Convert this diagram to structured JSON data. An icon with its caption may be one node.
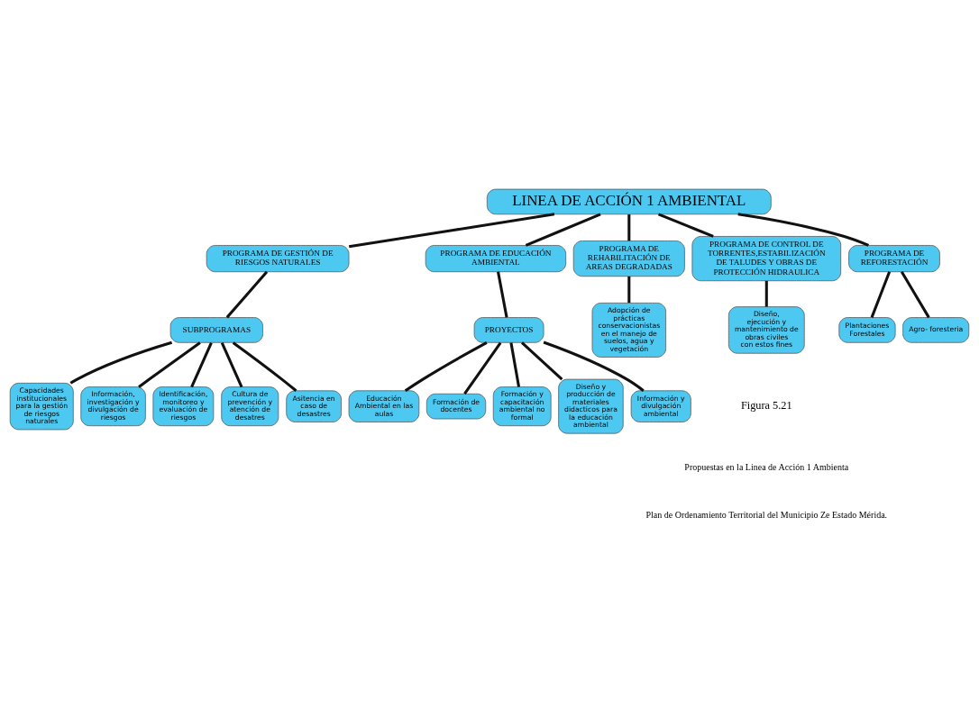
{
  "diagram": {
    "nodes": [
      {
        "text": [
          "LINEA DE ACCIÓN 1 AMBIENTAL"
        ]
      },
      {
        "text": [
          "PROGRAMA DE GESTIÓN DE RIESGOS NATURALES"
        ]
      },
      {
        "text": [
          "PROGRAMA DE EDUCACIÓN AMBIENTAL"
        ]
      },
      {
        "text": [
          "PROGRAMA DE REHABILITACIÓN DE AREAS DEGRADADAS"
        ]
      },
      {
        "text": [
          "PROGRAMA DE CONTROL DE TORRENTES,ESTABILIZACIÓN DE TALUDES Y OBRAS DE PROTECCIÓN HIDRAULICA"
        ]
      },
      {
        "text": [
          "PROGRAMA DE REFORESTACIÓN"
        ]
      },
      {
        "text": [
          "SUBPROGRAMAS"
        ]
      },
      {
        "text": [
          "Capacidades institucionales para la gestión de riesgos naturales"
        ]
      },
      {
        "text": [
          "Información, investigación y divulgación de riesgos"
        ]
      },
      {
        "text": [
          "Identificación, monitoreo y evaluación de riesgos"
        ]
      },
      {
        "text": [
          "Cultura de prevención y atención de desatres"
        ]
      },
      {
        "text": [
          "Asitencia en caso de desastres"
        ]
      },
      {
        "text": [
          "PROYECTOS"
        ]
      },
      {
        "text": [
          "Educación Ambiental en las aulas"
        ]
      },
      {
        "text": [
          "Formación de docentes"
        ]
      },
      {
        "text": [
          "Formación y capacitación ambiental no formal"
        ]
      },
      {
        "text": [
          "Diseño y producción de materiales didacticos para la educación ambiental"
        ]
      },
      {
        "text": [
          "Información y divulgación ambiental"
        ]
      },
      {
        "text": [
          "Adopción de prácticas conservacionistas en el manejo de suelos, agua y vegetación"
        ]
      },
      {
        "text": [
          "Diseño, ejecución y mantenimiento de obras civiles con estos fines"
        ]
      },
      {
        "text": [
          "Plantaciones Forestales"
        ]
      },
      {
        "text": [
          "Agro- foresteria"
        ]
      }
    ],
    "edges": [
      {
        "from": 0,
        "to": 1,
        "arrow": "none"
      },
      {
        "from": 0,
        "to": 2,
        "arrow": "none"
      },
      {
        "from": 0,
        "to": 3,
        "arrow": "none"
      },
      {
        "from": 0,
        "to": 4,
        "arrow": "none"
      },
      {
        "from": 0,
        "to": 5,
        "arrow": "none"
      },
      {
        "from": 1,
        "to": 6,
        "arrow": "none"
      },
      {
        "from": 6,
        "to": 7,
        "arrow": "none"
      },
      {
        "from": 6,
        "to": 8,
        "arrow": "none"
      },
      {
        "from": 6,
        "to": 9,
        "arrow": "none"
      },
      {
        "from": 6,
        "to": 10,
        "arrow": "none"
      },
      {
        "from": 6,
        "to": 11,
        "arrow": "none"
      },
      {
        "from": 2,
        "to": 12,
        "arrow": "none"
      },
      {
        "from": 12,
        "to": 13,
        "arrow": "none"
      },
      {
        "from": 12,
        "to": 14,
        "arrow": "none"
      },
      {
        "from": 12,
        "to": 15,
        "arrow": "none"
      },
      {
        "from": 12,
        "to": 16,
        "arrow": "none"
      },
      {
        "from": 12,
        "to": 17,
        "arrow": "none"
      },
      {
        "from": 3,
        "to": 18,
        "arrow": "none"
      },
      {
        "from": 4,
        "to": 19,
        "arrow": "none"
      },
      {
        "from": 5,
        "to": 20,
        "arrow": "none"
      },
      {
        "from": 5,
        "to": 21,
        "arrow": "none"
      }
    ],
    "labels": [
      "Figura 5.21",
      "Propuestas en la Linea de Acción 1 Ambienta",
      "Plan de Ordenamiento Territorial del Municipio Ze Estado Mérida."
    ]
  }
}
